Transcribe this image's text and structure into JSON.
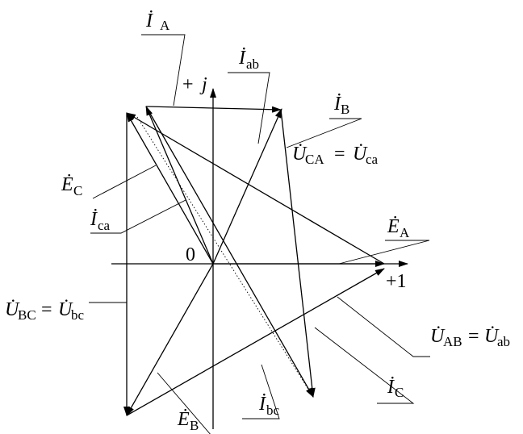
{
  "axes": {
    "real_label": "+1",
    "imag_label_plus": "+",
    "imag_label_j": "j",
    "origin_label": "0"
  },
  "labels": {
    "IA": {
      "base": "İ",
      "sub": "A"
    },
    "Iab": {
      "base": "İ",
      "sub": "ab"
    },
    "IB": {
      "base": "İ",
      "sub": "B"
    },
    "UCA": {
      "base1": "U̇",
      "sub1": "CA",
      "eq": "=",
      "base2": "U̇",
      "sub2": "ca"
    },
    "EC": {
      "base": "Ė",
      "sub": "C"
    },
    "Ica": {
      "base": "İ",
      "sub": "ca"
    },
    "EA": {
      "base": "Ė",
      "sub": "A"
    },
    "UBC": {
      "base1": "U̇",
      "sub1": "BC",
      "eq": "=",
      "base2": "U̇",
      "sub2": "bc"
    },
    "UAB": {
      "base1": "U̇",
      "sub1": "AB",
      "eq": "=",
      "base2": "U̇",
      "sub2": "ab"
    },
    "IC": {
      "base": "İ",
      "sub": "C"
    },
    "Ibc": {
      "base": "İ",
      "sub": "bc"
    },
    "EB": {
      "base": "Ė",
      "sub": "B"
    }
  }
}
